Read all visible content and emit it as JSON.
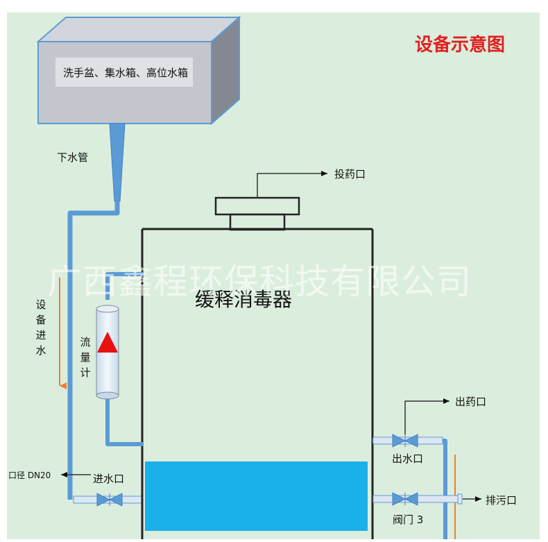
{
  "title": "设备示意图",
  "watermark": "广西鑫程环保科技有限公司",
  "tank_label": "缓释消毒器",
  "top_box_label": "洗手盆、集水箱、高位水箱",
  "labels": {
    "downpipe": "下水管",
    "dosing_inlet": "投药口",
    "device_inlet": "设备进水",
    "flowmeter": "流量计",
    "dosing_outlet": "出药口",
    "water_outlet": "出水口",
    "inlet_port": "进水口",
    "pipe_size": "口径 DN20",
    "drain_port": "排污口",
    "valve3": "阀门 3"
  },
  "colors": {
    "background": "#dbeedd",
    "pipe": "#5b9bd5",
    "pipe_light": "#dde7f2",
    "tank_line": "#222222",
    "water": "#1ab0e8",
    "flow_arrow": "#ee7d31",
    "title": "#e02020",
    "marker": "#e81010"
  }
}
